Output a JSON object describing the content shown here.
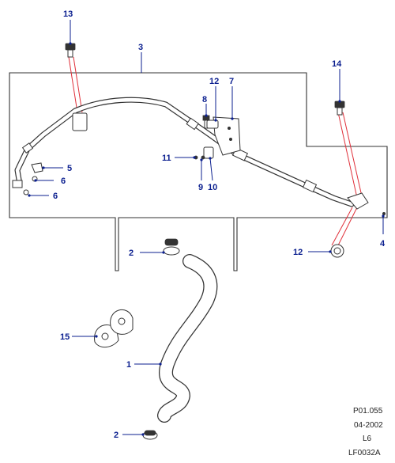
{
  "callouts": {
    "c1": "1",
    "c2a": "2",
    "c2b": "2",
    "c3": "3",
    "c4": "4",
    "c5": "5",
    "c6a": "6",
    "c6b": "6",
    "c7": "7",
    "c8": "8",
    "c9": "9",
    "c10": "10",
    "c11": "11",
    "c12a": "12",
    "c12b": "12",
    "c13": "13",
    "c14": "14",
    "c15": "15"
  },
  "reference": {
    "page": "P01.055",
    "date": "04-2002",
    "engine": "L6",
    "code": "LF0032A"
  },
  "colors": {
    "callout_text": "#0b1f8f",
    "line_art": "#333333",
    "alignment_lines": "#e0303a"
  }
}
